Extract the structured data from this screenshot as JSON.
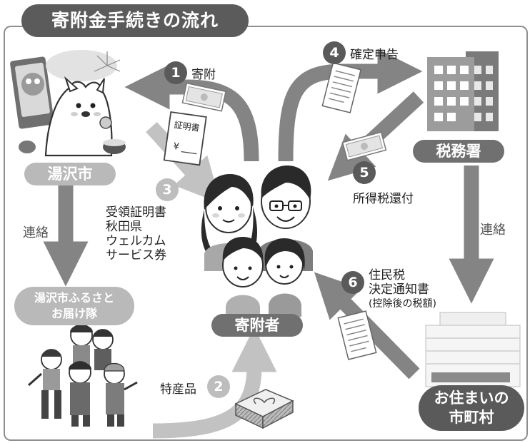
{
  "title": "寄附金手続きの流れ",
  "nodes": {
    "city": "湯沢市",
    "delivery_team": [
      "湯沢市ふるさと",
      "お届け隊"
    ],
    "donor": "寄附者",
    "tax_office": "税務署",
    "municipality": [
      "お住まいの",
      "市町村"
    ]
  },
  "steps": {
    "s1": {
      "num": "1",
      "label": "寄附"
    },
    "s2": {
      "num": "2",
      "label": "特産品"
    },
    "s3": {
      "num": "3",
      "lines": [
        "受領証明書",
        "秋田県",
        "ウェルカム",
        "サービス券"
      ]
    },
    "s4": {
      "num": "4",
      "label": "確定申告"
    },
    "s5": {
      "num": "5",
      "label": "所得税還付"
    },
    "s6": {
      "num": "6",
      "lines": [
        "住民税",
        "決定通知書",
        "(控除後の税額)"
      ]
    }
  },
  "renraku_left": "連絡",
  "renraku_right": "連絡",
  "certificate": {
    "label": "証明書",
    "yen": "¥"
  },
  "colors": {
    "title_bg": "#5b5b5b",
    "arrow_dark": "#848484",
    "arrow_light": "#c2c2c2",
    "pill_light": "#b9b9b9",
    "pill_dark": "#707070",
    "badge_dark": "#5a5a5a",
    "badge_light": "#bdbdbd",
    "frame": "#8f8f8f"
  }
}
